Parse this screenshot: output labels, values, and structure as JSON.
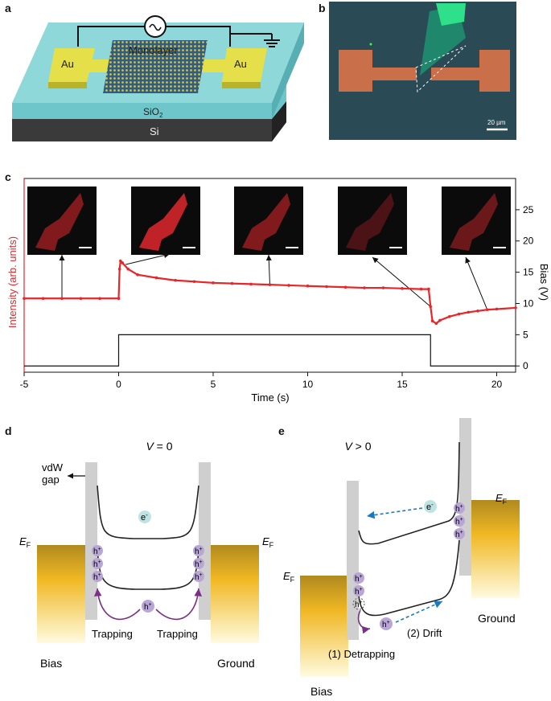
{
  "panels": {
    "a": {
      "label": "a",
      "au_left": "Au",
      "au_right": "Au",
      "monolayer": "Monolayer",
      "sio2": "SiO",
      "sio2_sub": "2",
      "si": "Si"
    },
    "b": {
      "label": "b",
      "scale_bar": "20 µm"
    },
    "c": {
      "label": "c",
      "xlabel": "Time (s)",
      "ylabel_left": "Intensity (arb. units)",
      "ylabel_right": "Bias (V)",
      "colors": {
        "intensity": "#e8262a",
        "bias": "#111111"
      }
    },
    "d": {
      "label": "d",
      "title_italic": "V",
      "title_rest": " = 0",
      "vdw_gap": "vdW",
      "vdw_gap2": "gap",
      "ef": "E",
      "ef_sub": "F",
      "electron": "e",
      "electron_sup": "-",
      "hole": "h",
      "hole_sup": "+",
      "trapping": "Trapping",
      "bias": "Bias",
      "ground": "Ground"
    },
    "e": {
      "label": "e",
      "title_italic": "V",
      "title_rest": " > 0",
      "detrapping": "(1) Detrapping",
      "drift": "(2) Drift",
      "bias": "Bias",
      "ground": "Ground"
    }
  },
  "chart_data": {
    "type": "line",
    "xlim": [
      -5,
      21
    ],
    "xticks": [
      -5,
      0,
      5,
      10,
      15,
      20
    ],
    "y_right_lim": [
      -1,
      30
    ],
    "y_right_ticks": [
      0,
      5,
      10,
      15,
      20,
      25
    ],
    "series": [
      {
        "axis": "left",
        "x": [
          -5,
          -4,
          -3,
          -2,
          -1,
          0,
          0.05,
          0.1,
          0.2,
          0.5,
          1,
          2,
          3,
          4,
          5,
          6,
          7,
          8,
          9,
          10,
          11,
          12,
          13,
          14,
          15,
          16,
          16.4,
          16.5,
          16.6,
          16.8,
          17,
          17.5,
          18,
          18.5,
          19,
          19.5,
          20,
          21
        ],
        "y": [
          10.8,
          10.8,
          10.8,
          10.8,
          10.8,
          10.8,
          15.5,
          16.8,
          16.5,
          15.5,
          14.6,
          14.1,
          13.7,
          13.5,
          13.3,
          13.2,
          13.1,
          13.0,
          12.9,
          12.8,
          12.7,
          12.6,
          12.5,
          12.5,
          12.4,
          12.3,
          12.3,
          9.5,
          7.2,
          6.8,
          7.3,
          7.9,
          8.3,
          8.6,
          8.8,
          9.0,
          9.1,
          9.3
        ]
      },
      {
        "axis": "right",
        "x": [
          -5,
          0,
          0,
          16.5,
          16.5,
          21
        ],
        "y": [
          0,
          0,
          5,
          5,
          0,
          0
        ]
      }
    ],
    "insets_at_time": [
      -3,
      0.2,
      8,
      16.5,
      19.5
    ]
  }
}
